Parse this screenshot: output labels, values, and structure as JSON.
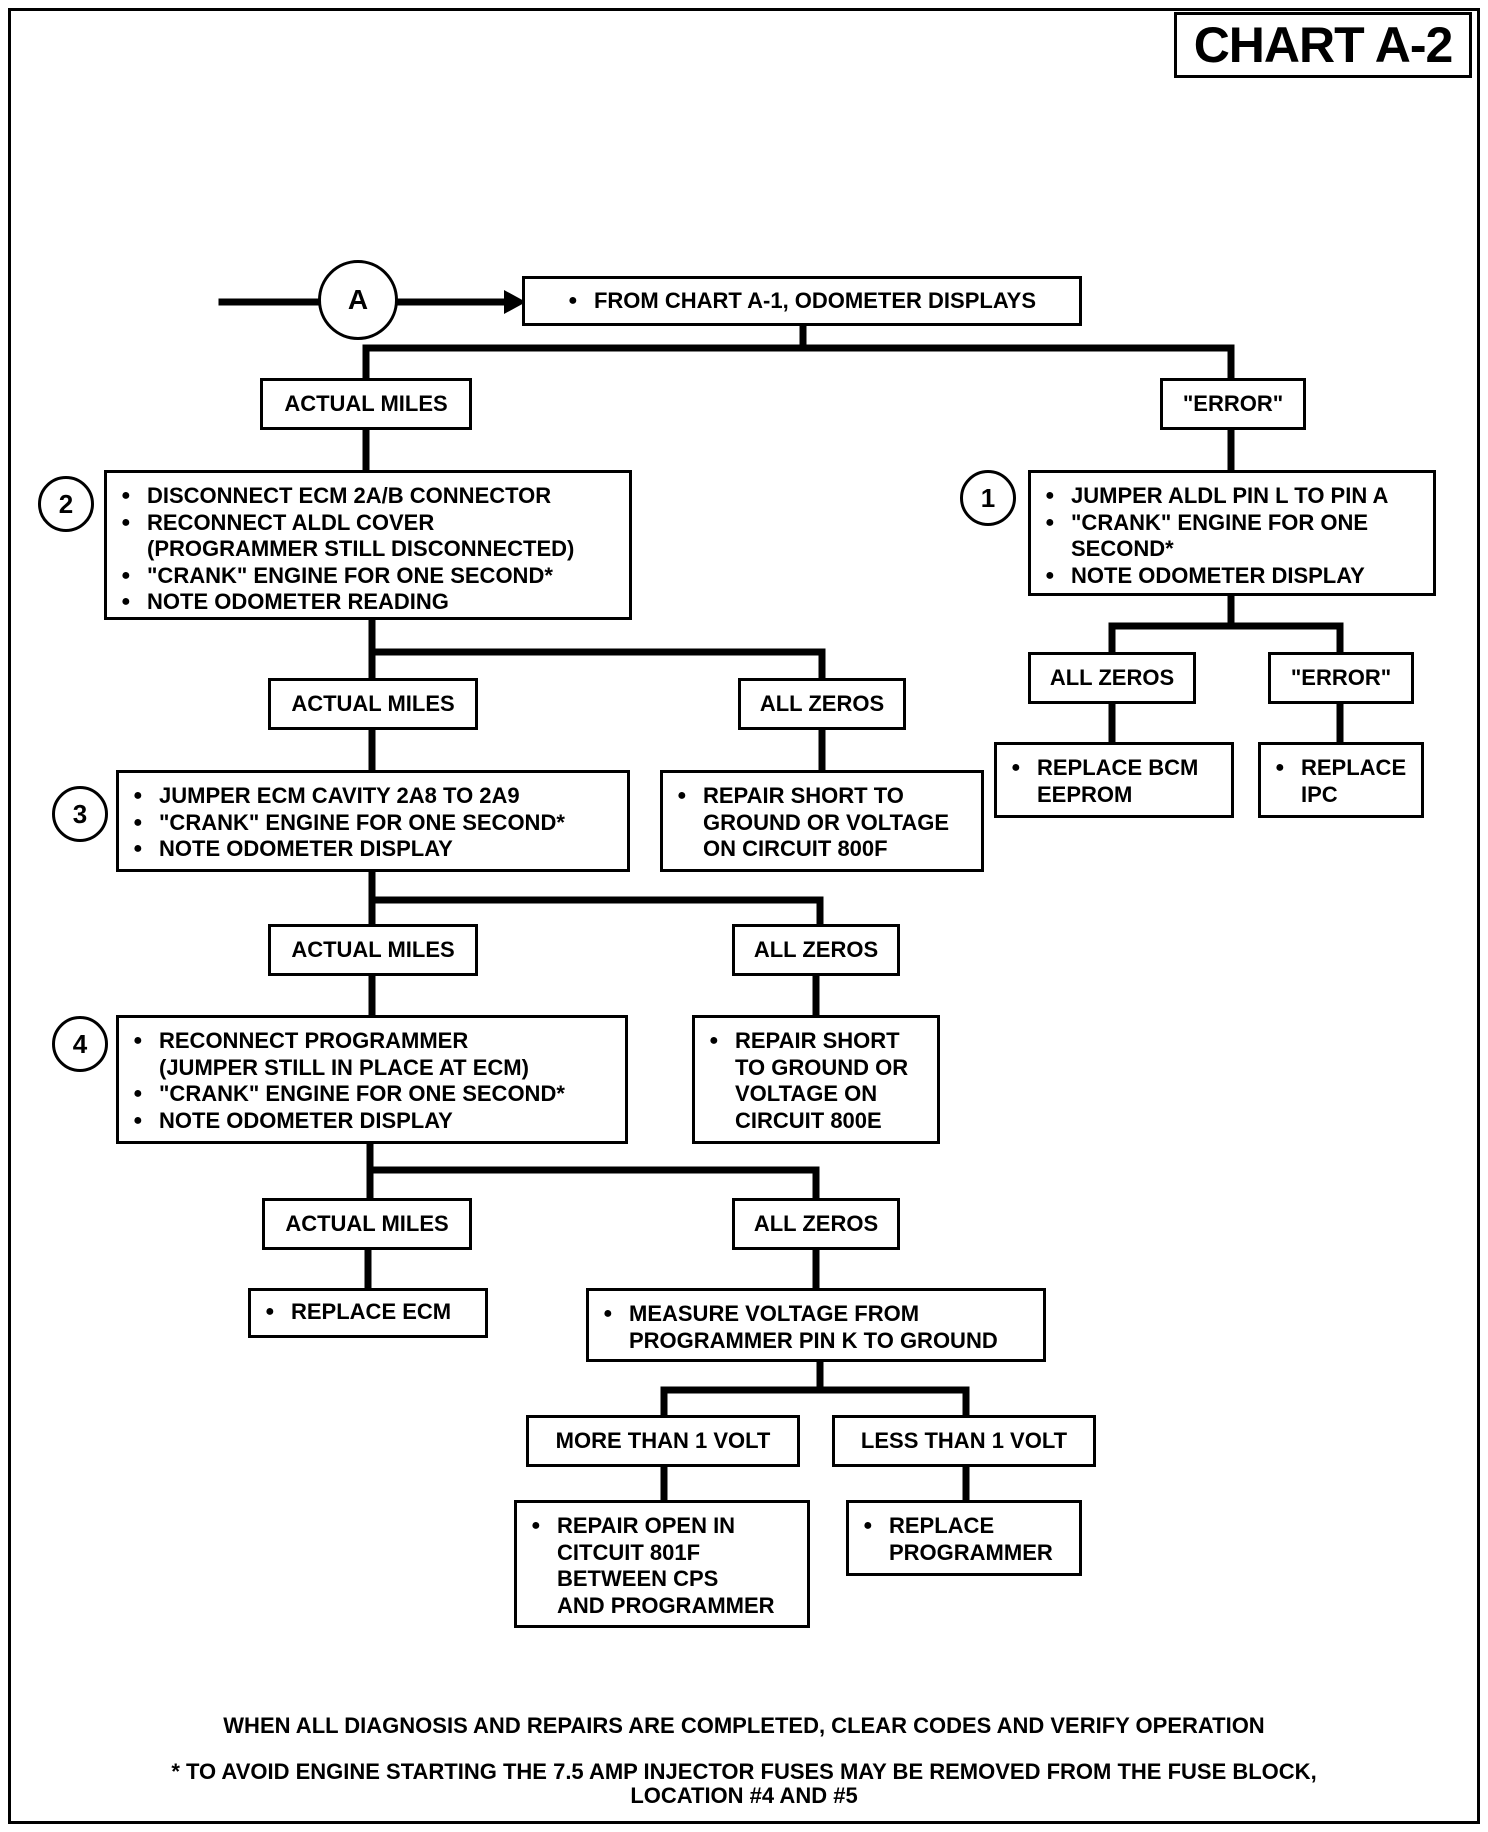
{
  "title": "CHART A-2",
  "entry_label": "A",
  "start": "FROM CHART A-1, ODOMETER DISPLAYS",
  "labels": {
    "actual_miles": "ACTUAL MILES",
    "error": "\"ERROR\"",
    "all_zeros": "ALL ZEROS",
    "more_than": "MORE THAN 1 VOLT",
    "less_than": "LESS THAN 1 VOLT"
  },
  "steps": {
    "s1": {
      "num": "1",
      "lines": [
        "JUMPER ALDL PIN L TO PIN A",
        "\"CRANK\" ENGINE FOR ONE",
        "SECOND*",
        "NOTE ODOMETER DISPLAY"
      ]
    },
    "s2": {
      "num": "2",
      "lines": [
        "DISCONNECT ECM 2A/B CONNECTOR",
        "RECONNECT ALDL COVER",
        "(PROGRAMMER STILL DISCONNECTED)",
        "\"CRANK\" ENGINE FOR ONE SECOND*",
        "NOTE ODOMETER READING"
      ]
    },
    "s3": {
      "num": "3",
      "lines": [
        "JUMPER ECM CAVITY 2A8 TO 2A9",
        "\"CRANK\" ENGINE FOR ONE SECOND*",
        "NOTE ODOMETER DISPLAY"
      ]
    },
    "s4": {
      "num": "4",
      "lines": [
        "RECONNECT PROGRAMMER",
        "(JUMPER STILL IN PLACE AT ECM)",
        "\"CRANK\" ENGINE FOR ONE SECOND*",
        "NOTE ODOMETER DISPLAY"
      ]
    }
  },
  "results": {
    "bcm": [
      "REPLACE BCM",
      "EEPROM"
    ],
    "ipc": [
      "REPLACE",
      "IPC"
    ],
    "f800": [
      "REPAIR SHORT TO",
      "GROUND OR VOLTAGE",
      "ON CIRCUIT 800F"
    ],
    "e800": [
      "REPAIR SHORT",
      "TO GROUND OR",
      "VOLTAGE ON",
      "CIRCUIT 800E"
    ],
    "ecm": [
      "REPLACE ECM"
    ],
    "measure": [
      "MEASURE VOLTAGE FROM",
      "PROGRAMMER PIN K TO GROUND"
    ],
    "open": [
      "REPAIR OPEN IN",
      "CITCUIT 801F",
      "BETWEEN CPS",
      "AND PROGRAMMER"
    ],
    "prog": [
      "REPLACE",
      "PROGRAMMER"
    ]
  },
  "footer": {
    "line1": "WHEN ALL DIAGNOSIS AND REPAIRS ARE COMPLETED, CLEAR CODES AND VERIFY OPERATION",
    "line2": "* TO AVOID ENGINE STARTING THE 7.5 AMP INJECTOR FUSES MAY BE REMOVED FROM THE FUSE BLOCK,",
    "line3": "LOCATION #4 AND #5"
  }
}
